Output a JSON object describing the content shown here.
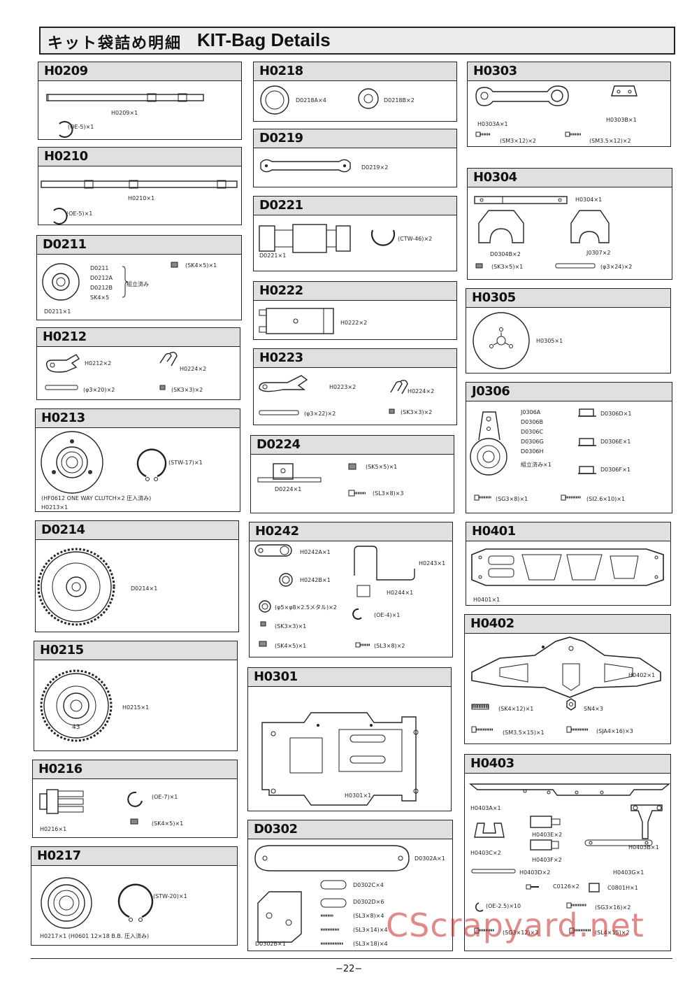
{
  "header": {
    "title_jp": "キット袋詰め明細",
    "title_en": "KIT-Bag Details"
  },
  "panels": {
    "H0209": {
      "code": "H0209",
      "labels": [
        "H0209×1",
        "(OE-5)×1"
      ]
    },
    "H0210": {
      "code": "H0210",
      "labels": [
        "H0210×1",
        "(OE-5)×1"
      ]
    },
    "D0211": {
      "code": "D0211",
      "labels": [
        "D0211",
        "D0212A",
        "D0212B",
        "SK4×5",
        "組立済み",
        "(SK4×5)×1",
        "D0211×1"
      ]
    },
    "H0212": {
      "code": "H0212",
      "labels": [
        "H0212×2",
        "H0224×2",
        "(φ3×20)×2",
        "(SK3×3)×2"
      ]
    },
    "H0213": {
      "code": "H0213",
      "labels": [
        "(STW-17)×1",
        "(HF0612 ONE WAY CLUTCH×2 圧入済み)",
        "H0213×1"
      ]
    },
    "D0214": {
      "code": "D0214",
      "labels": [
        "D0214×1"
      ]
    },
    "H0215": {
      "code": "H0215",
      "labels": [
        "H0215×1",
        "43"
      ]
    },
    "H0216": {
      "code": "H0216",
      "labels": [
        "(OE-7)×1",
        "(SK4×5)×1",
        "H0216×1"
      ]
    },
    "H0217": {
      "code": "H0217",
      "labels": [
        "(STW-20)×1",
        "H0217×1 (H0601 12×18 B.B. 圧入済み)"
      ]
    },
    "H0218": {
      "code": "H0218",
      "labels": [
        "D0218A×4",
        "D0218B×2"
      ]
    },
    "D0219": {
      "code": "D0219",
      "labels": [
        "D0219×2"
      ]
    },
    "D0221": {
      "code": "D0221",
      "labels": [
        "(CTW-46)×2",
        "D0221×1"
      ]
    },
    "H0222": {
      "code": "H0222",
      "labels": [
        "H0222×2"
      ]
    },
    "H0223": {
      "code": "H0223",
      "labels": [
        "H0223×2",
        "H0224×2",
        "(φ3×22)×2",
        "(SK3×3)×2"
      ]
    },
    "D0224": {
      "code": "D0224",
      "labels": [
        "(SK5×5)×1",
        "D0224×1",
        "(SL3×8)×3"
      ]
    },
    "H0242": {
      "code": "H0242",
      "labels": [
        "H0242A×1",
        "H0243×1",
        "H0242B×1",
        "H0244×1",
        "(φ5×φ8×2.5メタル)×2",
        "(OE-4)×1",
        "(SK3×3)×1",
        "(SK4×5)×1",
        "(SL3×8)×2"
      ]
    },
    "H0301": {
      "code": "H0301",
      "labels": [
        "H0301×1"
      ]
    },
    "D0302": {
      "code": "D0302",
      "labels": [
        "D0302A×1",
        "D0302C×4",
        "D0302D×6",
        "(SL3×8)×4",
        "(SL3×14)×4",
        "(SL3×18)×4",
        "D0302B×1"
      ]
    },
    "H0303": {
      "code": "H0303",
      "labels": [
        "H0303B×1",
        "H0303A×1",
        "(SM3×12)×2",
        "(SM3.5×12)×2"
      ]
    },
    "H0304": {
      "code": "H0304",
      "labels": [
        "H0304×1",
        "D0304B×2",
        "J0307×2",
        "(SK3×5)×1",
        "(φ3×24)×2"
      ]
    },
    "H0305": {
      "code": "H0305",
      "labels": [
        "H0305×1"
      ]
    },
    "J0306": {
      "code": "J0306",
      "labels": [
        "J0306A",
        "D0306B",
        "D0306C",
        "D0306G",
        "D0306H",
        "組立済み×1",
        "D0306D×1",
        "D0306E×1",
        "D0306F×1",
        "(SG3×8)×1",
        "(SI2.6×10)×1"
      ]
    },
    "H0401": {
      "code": "H0401",
      "labels": [
        "H0401×1"
      ]
    },
    "H0402": {
      "code": "H0402",
      "labels": [
        "H0402×1",
        "(SK4×12)×1",
        "SN4×3",
        "(SM3.5×15)×1",
        "(SJA4×16)×3"
      ]
    },
    "H0403": {
      "code": "H0403",
      "labels": [
        "H0403A×1",
        "H0403E×2",
        "H0403B×1",
        "H0403C×2",
        "H0403F×2",
        "H0403D×2",
        "H0403G×1",
        "C0126×2",
        "C0801H×1",
        "(OE-2.5)×10",
        "(SG3×16)×2",
        "(SG3×12)×3",
        "(SL4×15)×2"
      ]
    }
  },
  "footer": {
    "page": "−22−"
  },
  "watermark": {
    "text": "CScrapyard.net"
  }
}
